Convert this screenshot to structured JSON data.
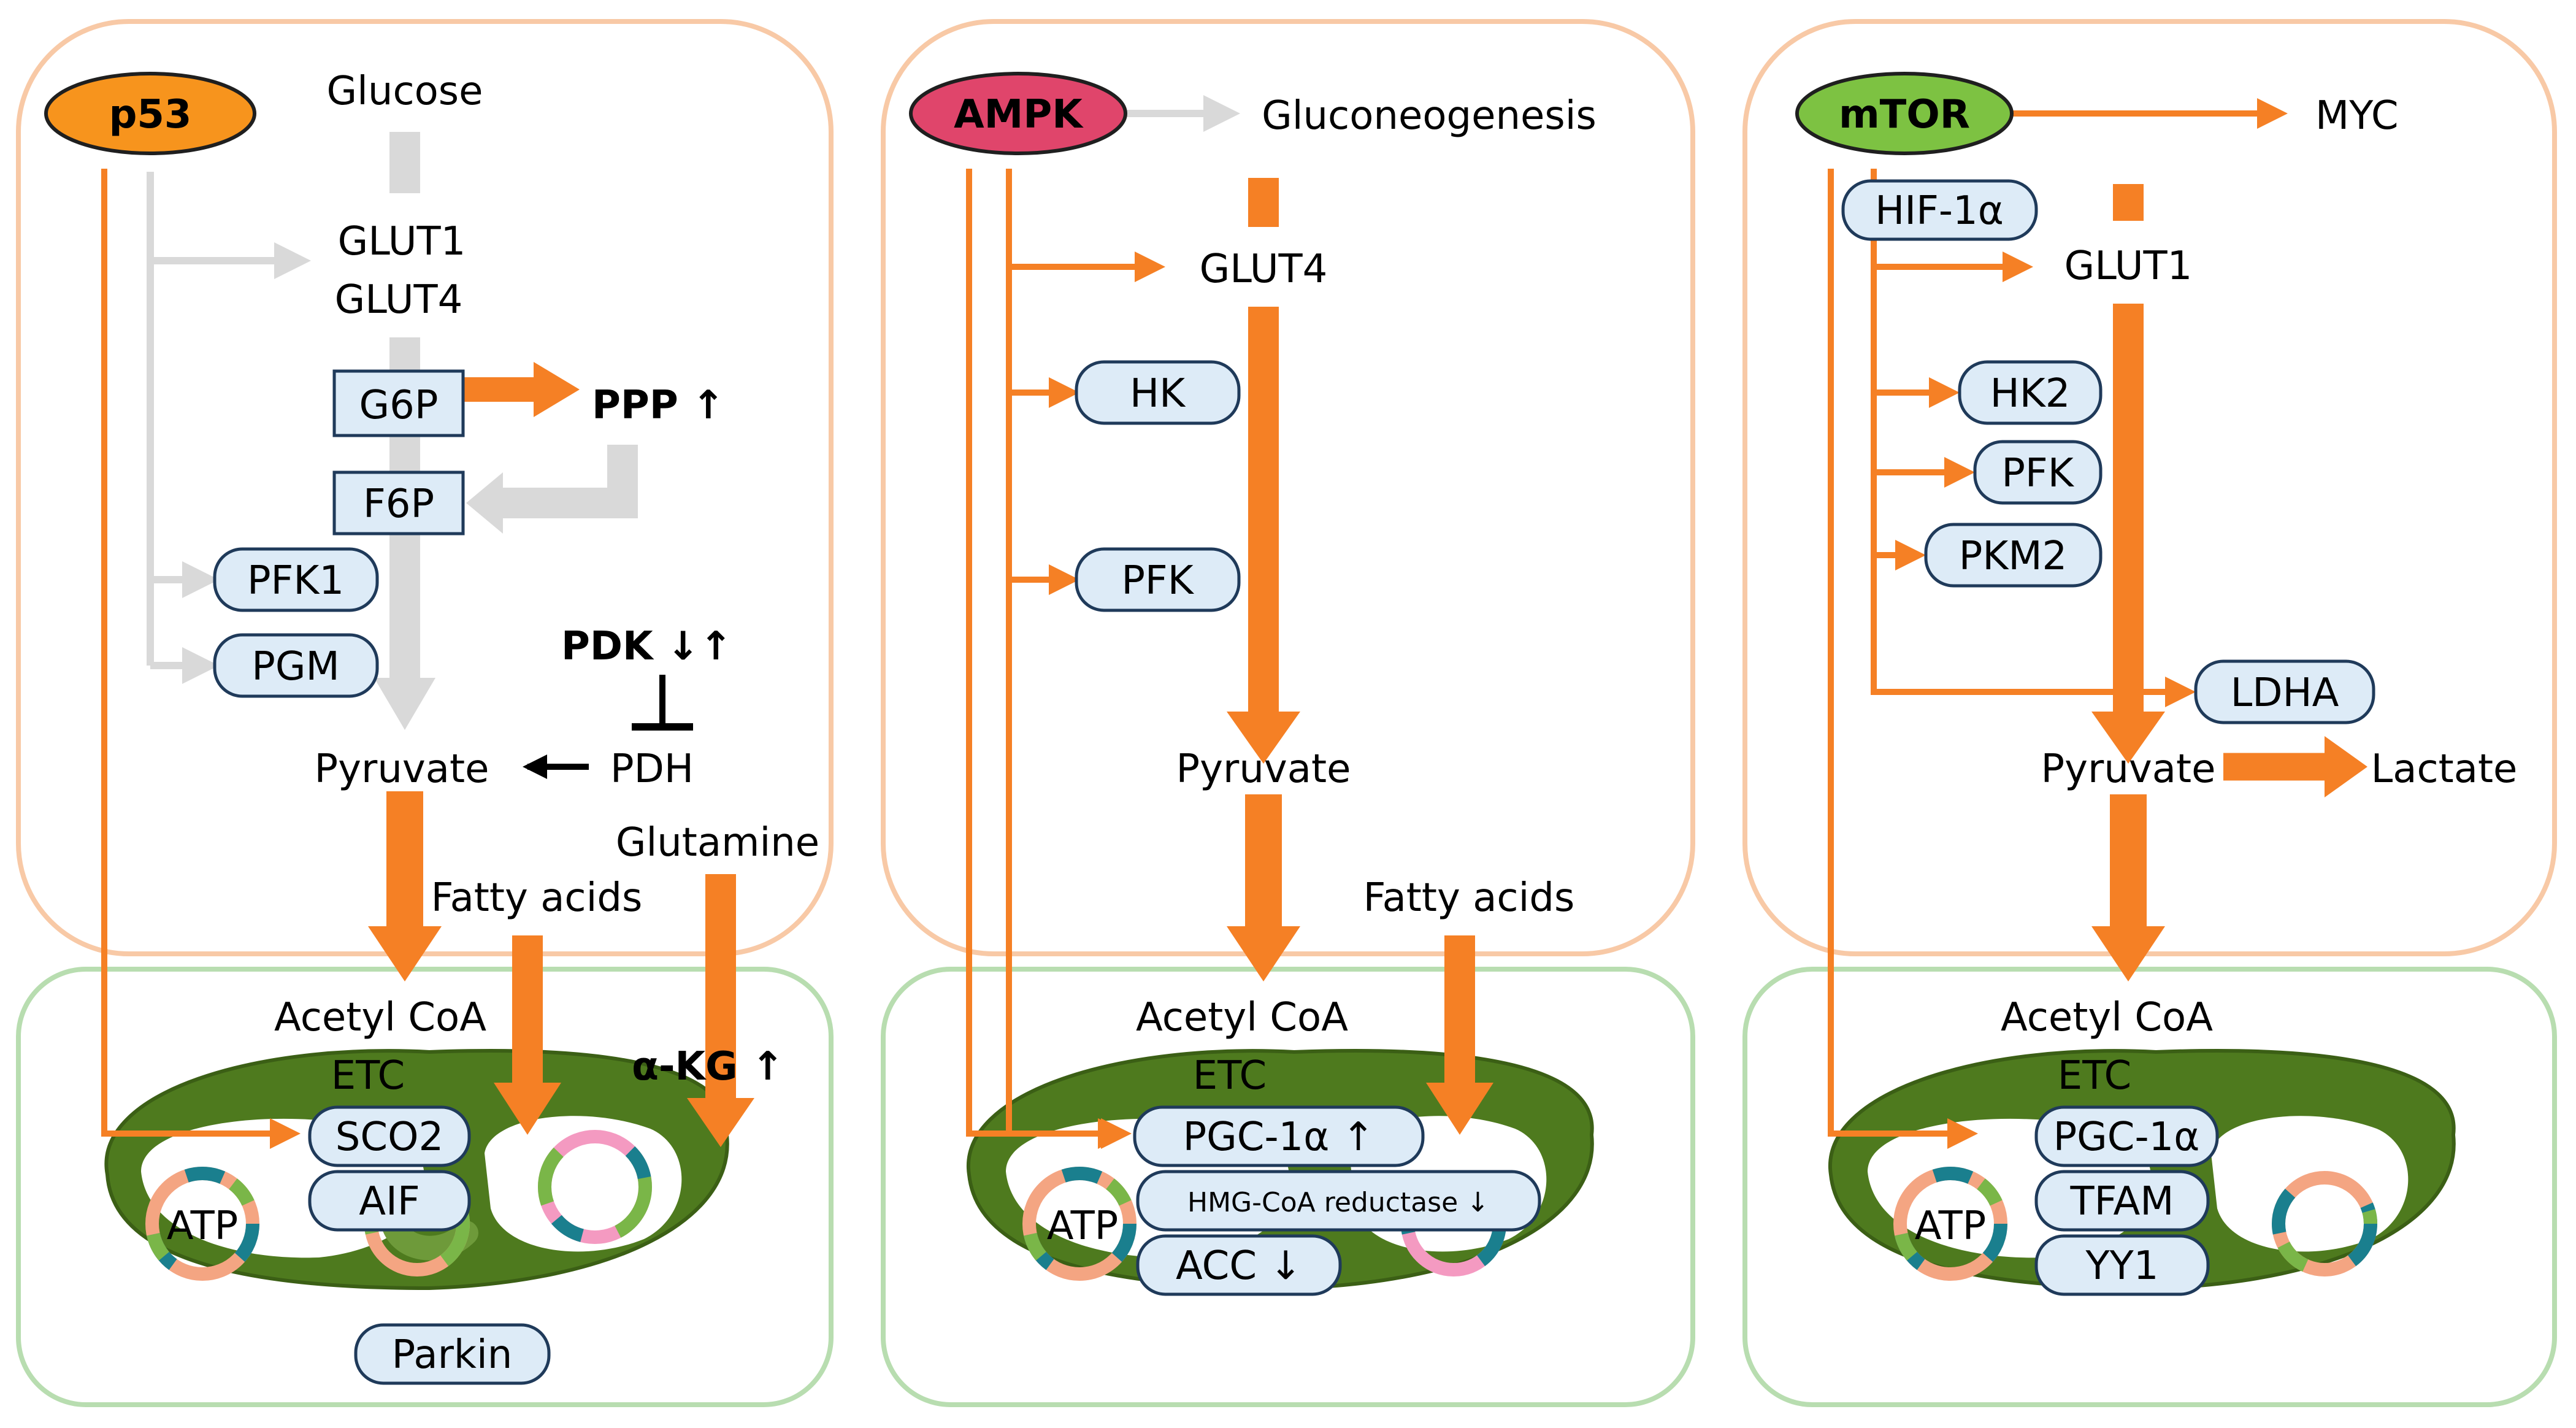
{
  "colors": {
    "orange": "#F58025",
    "grey": "#D9D9D9",
    "cytoplasm_border": "#F8C9A6",
    "mito_border": "#B8DDB0",
    "box_fill": "#DDEBF7",
    "box_stroke": "#1F3A5A",
    "mito_outer": "#4E7A1E",
    "mito_inner": "#ffffff",
    "p53": "#F7941D",
    "ampk": "#E0456B",
    "mtor": "#7DC242"
  },
  "panels": [
    {
      "regulator": "p53",
      "labels": {
        "glucose": "Glucose",
        "glut1": "GLUT1",
        "glut4": "GLUT4",
        "g6p": "G6P",
        "ppp": "PPP ↑",
        "f6p": "F6P",
        "pfk1": "PFK1",
        "pgm": "PGM",
        "pdk": "PDK ↓↑",
        "pdh": "PDH",
        "pyruvate": "Pyruvate",
        "glutamine": "Glutamine",
        "fatty_acids": "Fatty acids",
        "acetyl_coa": "Acetyl CoA",
        "etc": "ETC",
        "akg": "α-KG ↑",
        "sco2": "SCO2",
        "aif": "AIF",
        "atp": "ATP",
        "parkin": "Parkin"
      }
    },
    {
      "regulator": "AMPK",
      "labels": {
        "gluconeogenesis": "Gluconeogenesis",
        "glut4": "GLUT4",
        "hk": "HK",
        "pfk": "PFK",
        "pyruvate": "Pyruvate",
        "fatty_acids": "Fatty acids",
        "acetyl_coa": "Acetyl CoA",
        "etc": "ETC",
        "pgc": "PGC-1α ↑",
        "hmg": "HMG-CoA reductase ↓",
        "acc": "ACC ↓",
        "atp": "ATP"
      }
    },
    {
      "regulator": "mTOR",
      "labels": {
        "myc": "MYC",
        "hif": "HIF-1α",
        "glut1": "GLUT1",
        "hk2": "HK2",
        "pfk": "PFK",
        "pkm2": "PKM2",
        "ldha": "LDHA",
        "pyruvate": "Pyruvate",
        "lactate": "Lactate",
        "acetyl_coa": "Acetyl CoA",
        "etc": "ETC",
        "pgc": "PGC-1α",
        "tfam": "TFAM",
        "yy1": "YY1",
        "atp": "ATP"
      }
    }
  ]
}
